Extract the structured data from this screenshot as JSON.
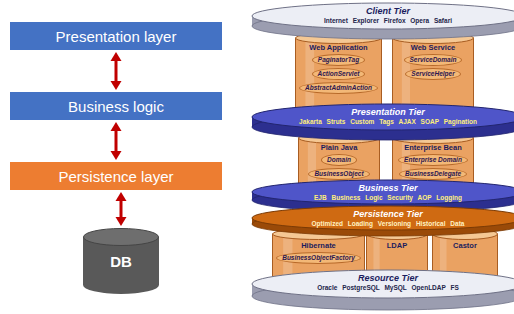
{
  "diagram": {
    "nodes": [
      {
        "text": [
          "Presentation layer"
        ]
      },
      {
        "text": [
          "Business logic"
        ]
      },
      {
        "text": [
          "Persistence layer"
        ]
      },
      {
        "text": [
          "DB"
        ]
      },
      {
        "text": [
          "Client Tier",
          "Internet Explorer Firefox Opera Safari"
        ]
      },
      {
        "text": [
          "Web Application",
          "PaginatorTag",
          "ActionServlet",
          "AbstractAdminAction"
        ]
      },
      {
        "text": [
          "Web Service",
          "ServiceDomain",
          "ServiceHelper"
        ]
      },
      {
        "text": [
          "Presentation Tier",
          "Jakarta Struts Custom Tags AJAX SOAP Pagination"
        ]
      },
      {
        "text": [
          "Plain Java",
          "Domain",
          "BusinessObject"
        ]
      },
      {
        "text": [
          "Enterprise Bean",
          "Enterprise Domain",
          "BusinessDelegate"
        ]
      },
      {
        "text": [
          "Business Tier",
          "EJB Business Logic Security AOP Logging"
        ]
      },
      {
        "text": [
          "Persistence Tier",
          "Optimized Loading Versioning Historical Data"
        ]
      },
      {
        "text": [
          "Hibernate",
          "BusinessObjectFactory"
        ]
      },
      {
        "text": [
          "LDAP"
        ]
      },
      {
        "text": [
          "Castor"
        ]
      },
      {
        "text": [
          "Resource Tier",
          "Oracle PostgreSQL MySQL OpenLDAP FS"
        ]
      }
    ],
    "edges": [
      {
        "from": 0,
        "to": 1,
        "arrow": "both"
      },
      {
        "from": 1,
        "to": 2,
        "arrow": "both"
      },
      {
        "from": 2,
        "to": 3,
        "arrow": "both"
      }
    ]
  }
}
